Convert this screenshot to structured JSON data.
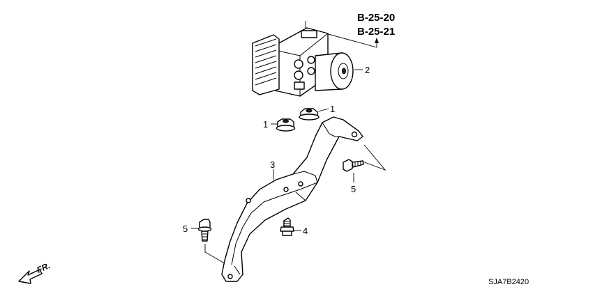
{
  "references": {
    "ref1": "B-25-20",
    "ref2": "B-25-21"
  },
  "callouts": {
    "abs_unit": "2",
    "nut_upper": "1",
    "nut_lower": "1",
    "bracket": "3",
    "bolt_right": "5",
    "bolt_left": "5",
    "stud_bolt": "4"
  },
  "direction_label": "FR.",
  "diagram_code": "SJA7B2420"
}
